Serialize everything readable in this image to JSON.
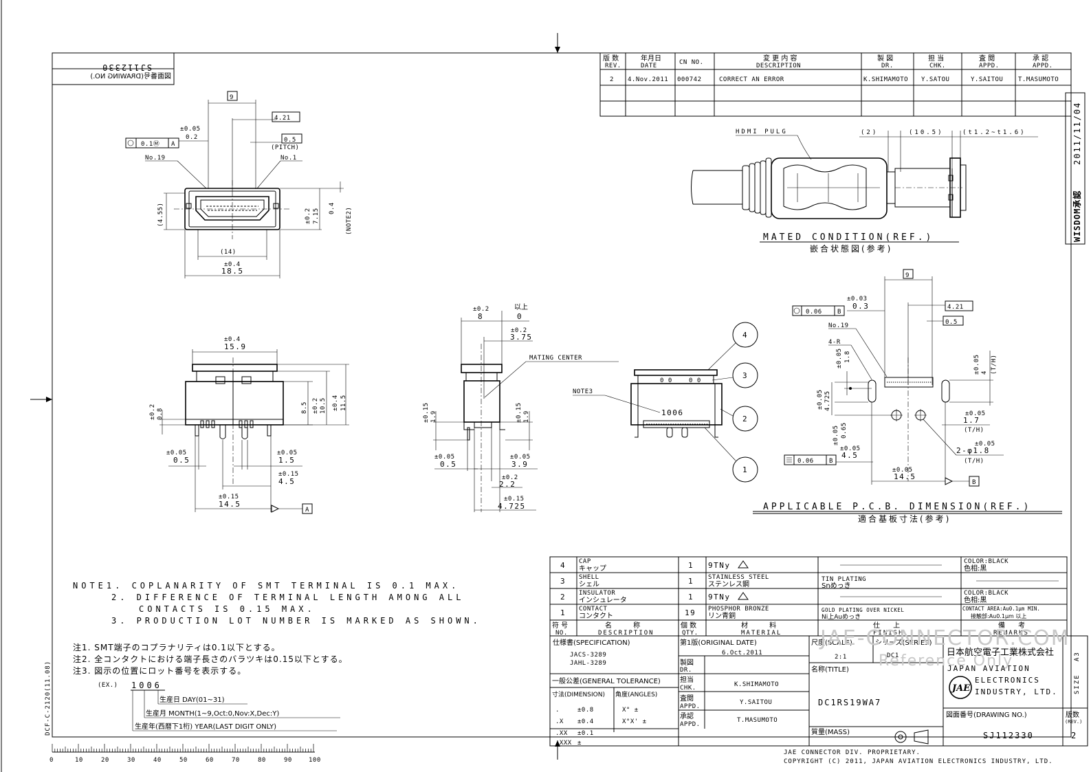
{
  "drawing_no_label": "図面番号(DRAWING NO.)",
  "drawing_no_mirror": "SJ112330",
  "approval_stamp": "WISDOM承認",
  "approval_date": "2011/11/04",
  "revision_table": {
    "headers": [
      {
        "ja": "版 数",
        "en": "REV."
      },
      {
        "ja": "年月日",
        "en": "DATE"
      },
      {
        "ja": "",
        "en": "CN NO."
      },
      {
        "ja": "変 更 内 容",
        "en": "DESCRIPTION"
      },
      {
        "ja": "製 図",
        "en": "DR."
      },
      {
        "ja": "担 当",
        "en": "CHK."
      },
      {
        "ja": "査 閲",
        "en": "APPD."
      },
      {
        "ja": "承 認",
        "en": "APPD."
      }
    ],
    "rows": [
      [
        "2",
        "4.Nov.2011",
        "000742",
        "CORRECT AN ERROR",
        "K.SHIMAMOTO",
        "Y.SATOU",
        "Y.SAITOU",
        "T.MASUMOTO"
      ]
    ]
  },
  "front_view": {
    "dim_9": "9",
    "dim_421": "4.21",
    "dim_05": "0.5",
    "pitch": "(PITCH)",
    "tol_005": "±0.05",
    "dim_02": "0.2",
    "gdt_tol": "0.1Ⓜ",
    "gdt_datum": "A",
    "no19": "No.19",
    "no1": "No.1",
    "dim_455": "(4.55)",
    "tol_02": "±0.2",
    "dim_715": "7.15",
    "dim_04": "0.4",
    "note2": "(NOTE2)",
    "dim_14": "(14)",
    "tol_04": "±0.4",
    "dim_185": "18.5"
  },
  "bottom_view": {
    "tol_04": "±0.4",
    "dim_159": "15.9",
    "tol_02": "±0.2",
    "dim_08": "0.8",
    "dim_85": "8.5",
    "dim_105": "10.5",
    "dim_115": "11.5",
    "tol_005": "±0.05",
    "dim_05": "0.5",
    "dim_15": "1.5",
    "tol_015": "±0.15",
    "dim_45": "4.5",
    "dim_145": "14.5",
    "datum": "A"
  },
  "side_view": {
    "tol_02": "±0.2",
    "dim_8": "8",
    "above": "以上",
    "dim_0": "0",
    "dim_375": "3.75",
    "mating_center": "MATING CENTER",
    "tol_015": "±0.15",
    "dim_19": "1.9",
    "tol_005": "±0.05",
    "dim_05": "0.5",
    "dim_39": "3.9",
    "dim_22": "2.2",
    "dim_4725": "4.725"
  },
  "iso_view": {
    "note3": "NOTE3",
    "lot_example": "1006",
    "callouts": [
      "4",
      "3",
      "2",
      "1"
    ]
  },
  "mated_view": {
    "hdmi_plug": "HDMI PULG",
    "dim_2": "(2)",
    "dim_105": "(10.5)",
    "dim_t": "(t1.2~t1.6)",
    "title_en": "MATED CONDITION(REF.)",
    "title_ja": "嵌合状態図(参考)"
  },
  "pcb_view": {
    "dim_9": "9",
    "tol_003": "±0.03",
    "dim_03": "0.3",
    "gdt_tol": "0.06",
    "datum_b": "B",
    "dim_421": "4.21",
    "dim_05": "0.5",
    "no19": "No.19",
    "r4": "4-R",
    "tol_005": "±0.05",
    "dim_18": "1.8",
    "dim_4725": "4.725",
    "dim_065": "0.65",
    "dim_45": "4.5",
    "dim_145": "14.5",
    "dim_4": "4",
    "th": "(T/H)",
    "dim_17": "1.7",
    "holes": "2-φ1.8",
    "flat_tol": "0.06",
    "title_en": "APPLICABLE P.C.B. DIMENSION(REF.)",
    "title_ja": "適合基板寸法(参考)"
  },
  "notes_en": [
    "NOTE1. COPLANARITY OF SMT TERMINAL IS 0.1 MAX.",
    "2. DIFFERENCE OF TERMINAL LENGTH AMONG ALL",
    "CONTACTS IS 0.15 MAX.",
    "3. PRODUCTION LOT NUMBER IS MARKED AS SHOWN."
  ],
  "notes_ja": [
    "注1. SMT端子のコプラナリティは0.1以下とする。",
    "注2. 全コンタクトにおける端子長さのバラツキは0.15以下とする。",
    "注3. 図示の位置にロット番号を表示する。"
  ],
  "lot_code": {
    "ex": "(EX.)",
    "value": "1006",
    "day": "生産日 DAY(01~31)",
    "month": "生産月 MONTH(1~9,Oct:0,Nov:X,Dec:Y)",
    "year": "生産年(西暦下1桁) YEAR(LAST DIGIT ONLY)"
  },
  "side_code": "DCF-C-2120(11.08)",
  "bom": {
    "rows": [
      {
        "no": "4",
        "desc_en": "CAP",
        "desc_ja": "キャップ",
        "qty": "1",
        "mat1": "9TNy",
        "mat2": "",
        "finish1": "",
        "finish2": "",
        "rem1": "COLOR:BLACK",
        "rem2": "色相:黒"
      },
      {
        "no": "3",
        "desc_en": "SHELL",
        "desc_ja": "シェル",
        "qty": "1",
        "mat1": "STAINLESS STEEL",
        "mat2": "ステンレス鋼",
        "finish1": "TIN PLATING",
        "finish2": "Snめっき",
        "rem1": "",
        "rem2": ""
      },
      {
        "no": "2",
        "desc_en": "INSULATOR",
        "desc_ja": "インシュレータ",
        "qty": "1",
        "mat1": "9TNy",
        "mat2": "",
        "finish1": "",
        "finish2": "",
        "rem1": "COLOR:BLACK",
        "rem2": "色相:黒"
      },
      {
        "no": "1",
        "desc_en": "CONTACT",
        "desc_ja": "コンタクト",
        "qty": "19",
        "mat1": "PHOSPHOR BRONZE",
        "mat2": "リン青銅",
        "finish1": "GOLD PLATING OVER NICKEL",
        "finish2": "Ni上Auめっき",
        "rem1": "CONTACT AREA:Au0.1μm MIN.",
        "rem2": "接触部:Au0.1μm 以上"
      }
    ],
    "headers": {
      "no_ja": "符 号",
      "no_en": "NO.",
      "desc_ja": "名 称",
      "desc_en": "DESCRIPTION",
      "qty_ja": "個 数",
      "qty_en": "QTY.",
      "mat_ja": "材 料",
      "mat_en": "MATERIAL",
      "fin_ja": "仕 上",
      "fin_en": "FINISH",
      "rem_ja": "備 考",
      "rem_en": "REMARKS"
    }
  },
  "title_block": {
    "spec_label": "仕様書(SPECIFICATION)",
    "spec1": "JACS-3289",
    "spec2": "JAHL-3289",
    "orig_label": "第1版(ORIGINAL DATE)",
    "orig_date": "6.Oct.2011",
    "scale_label": "尺度(SCALE)",
    "scale": "2:1",
    "series_label": "シリーズ(SERIES)",
    "series": "DC1",
    "company_ja": "日本航空電子工業株式会社",
    "company_en1": "JAPAN AVIATION",
    "company_en2": "ELECTRONICS",
    "company_en3": "INDUSTRY, LTD.",
    "logo": "JAE",
    "size_label": "SIZE",
    "size": "A3",
    "dr_ja": "製図",
    "dr_en": "DR.",
    "chk_ja": "担当",
    "chk_en": "CHK.",
    "chk_name": "K.SHIMAMOTO",
    "appd_ja": "査閲",
    "appd_en": "APPD.",
    "appd_name": "Y.SAITOU",
    "appd2_ja": "承認",
    "appd2_en": "APPD.",
    "appd2_name": "T.MASUMOTO",
    "gen_tol_label": "一般公差(GENERAL TOLERANCE)",
    "dim_label": "寸法(DIMENSION)",
    "ang_label": "角度(ANGLES)",
    "tol_rows": [
      {
        "k": ".",
        "v": "±0.8"
      },
      {
        "k": ".X",
        "v": "±0.4"
      },
      {
        "k": ".XX",
        "v": "±0.1"
      },
      {
        "k": ".XXX",
        "v": "±"
      }
    ],
    "ang_rows": [
      "X° ±",
      "X°X' ±"
    ],
    "title_label": "名称(TITLE)",
    "title": "DC1RS19WA7",
    "mass_label": "質量(MASS)",
    "drawing_no_label": "図面番号(DRAWING NO.)",
    "drawing_no": "SJ112330",
    "rev_label": "版数",
    "rev_label_en": "(REV.)",
    "rev": "2"
  },
  "watermark": {
    "line1": "JAE-CONNECTOR.COM",
    "line2": "Reference Only"
  },
  "footer": {
    "line1": "JAE CONNECTOR DIV. PROPRIETARY.",
    "line2": "COPYRIGHT (C) 2011, JAPAN AVIATION ELECTRONICS INDUSTRY, LTD."
  },
  "ruler": {
    "labels": [
      "0",
      "10",
      "20",
      "30",
      "40",
      "50",
      "60",
      "70",
      "80",
      "90",
      "100"
    ]
  }
}
